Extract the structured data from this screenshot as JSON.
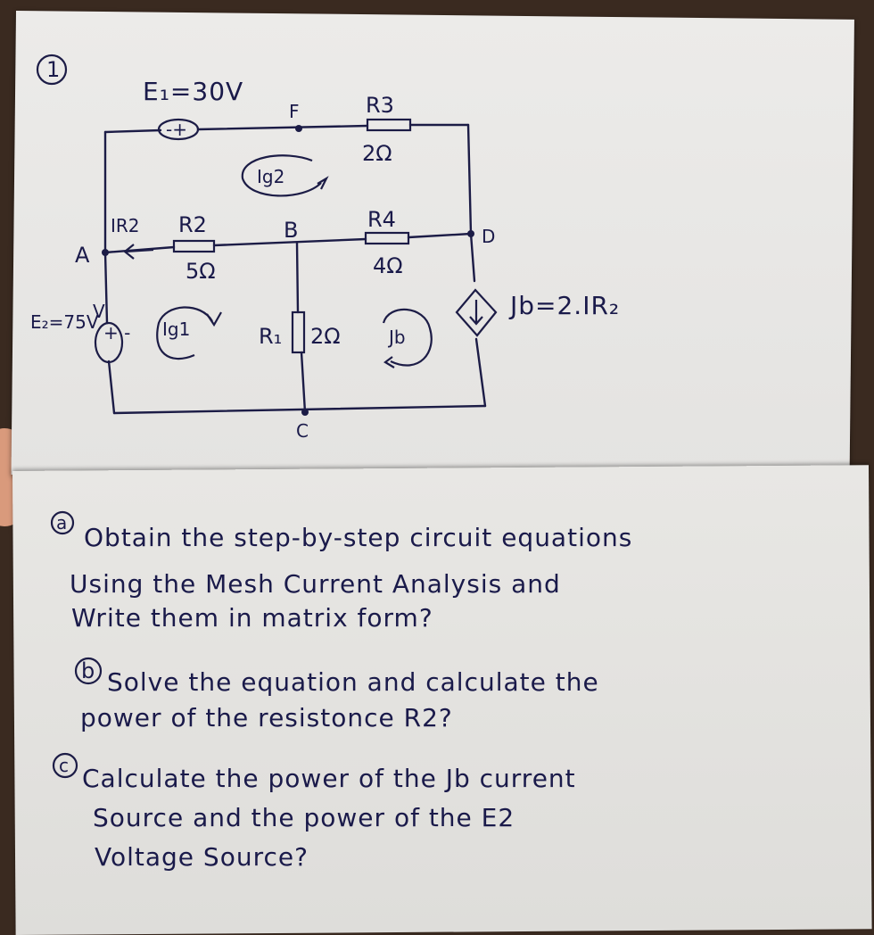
{
  "problem_number": "1",
  "circuit": {
    "E1": "E₁=30V",
    "E2": "E₂=75V",
    "R1": "R₁",
    "R1_value": "2Ω",
    "R2": "R2",
    "R2_value": "5Ω",
    "R3": "R3",
    "R3_value": "2Ω",
    "R4": "R4",
    "R4_value": "4Ω",
    "IR2": "IR2",
    "Ig1": "Ig1",
    "Ig2": "Ig2",
    "Jb_loop": "Jb",
    "Jb_formula": "Jb=2.IR₂",
    "nodes": {
      "A": "A",
      "B": "B",
      "C": "C",
      "D": "D",
      "F": "F"
    },
    "E1_polarity": "-+",
    "E2_polarity": "+ -",
    "E2_unit_mark": "V"
  },
  "questions": [
    {
      "label": "a",
      "lines": [
        "Obtain the step-by-step circuit equations",
        "Using the Mesh Current Analysis and",
        "Write them in matrix form?"
      ]
    },
    {
      "label": "b",
      "lines": [
        "Solve the equation and calculate the",
        "power of the resistonce R2?"
      ]
    },
    {
      "label": "c",
      "lines": [
        "Calculate the power of the Jb current",
        "Source and the power of the E2",
        "Voltage Source?"
      ]
    }
  ]
}
